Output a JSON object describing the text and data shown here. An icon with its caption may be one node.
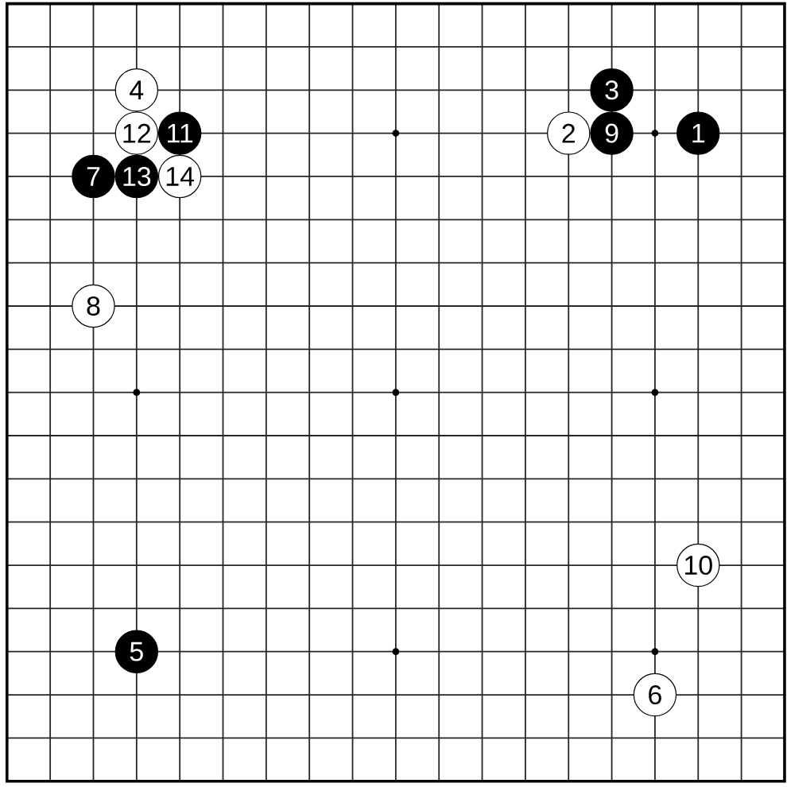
{
  "diagram": {
    "nodes": [
      {
        "text": [
          "4"
        ]
      },
      {
        "text": [
          "3"
        ]
      },
      {
        "text": [
          "12"
        ]
      },
      {
        "text": [
          "11"
        ]
      },
      {
        "text": [
          "2"
        ]
      },
      {
        "text": [
          "9"
        ]
      },
      {
        "text": [
          "1"
        ]
      },
      {
        "text": [
          "7"
        ]
      },
      {
        "text": [
          "13"
        ]
      },
      {
        "text": [
          "14"
        ]
      },
      {
        "text": [
          "8"
        ]
      },
      {
        "text": [
          "10"
        ]
      },
      {
        "text": [
          "5"
        ]
      },
      {
        "text": [
          "6"
        ]
      }
    ]
  }
}
